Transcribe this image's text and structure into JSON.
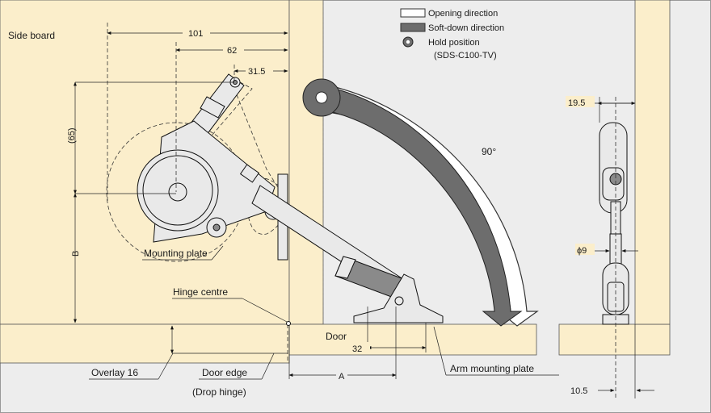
{
  "legend": {
    "opening": "Opening direction",
    "softdown": "Soft-down direction",
    "hold": "Hold position",
    "hold_model": "(SDS-C100-TV)"
  },
  "labels": {
    "side_board": "Side board",
    "mounting_plate": "Mounting plate",
    "hinge_centre": "Hinge centre",
    "overlay": "Overlay 16",
    "door_edge": "Door edge",
    "drop_hinge": "(Drop hinge)",
    "door": "Door",
    "arm_mounting_plate": "Arm mounting plate",
    "angle": "90°"
  },
  "dimensions": {
    "d101": "101",
    "d62": "62",
    "d31_5": "31.5",
    "d65": "(65)",
    "dB": "B",
    "dA": "A",
    "d32": "32",
    "d19_5": "19.5",
    "phi9": "ϕ9",
    "d10_5": "10.5"
  }
}
